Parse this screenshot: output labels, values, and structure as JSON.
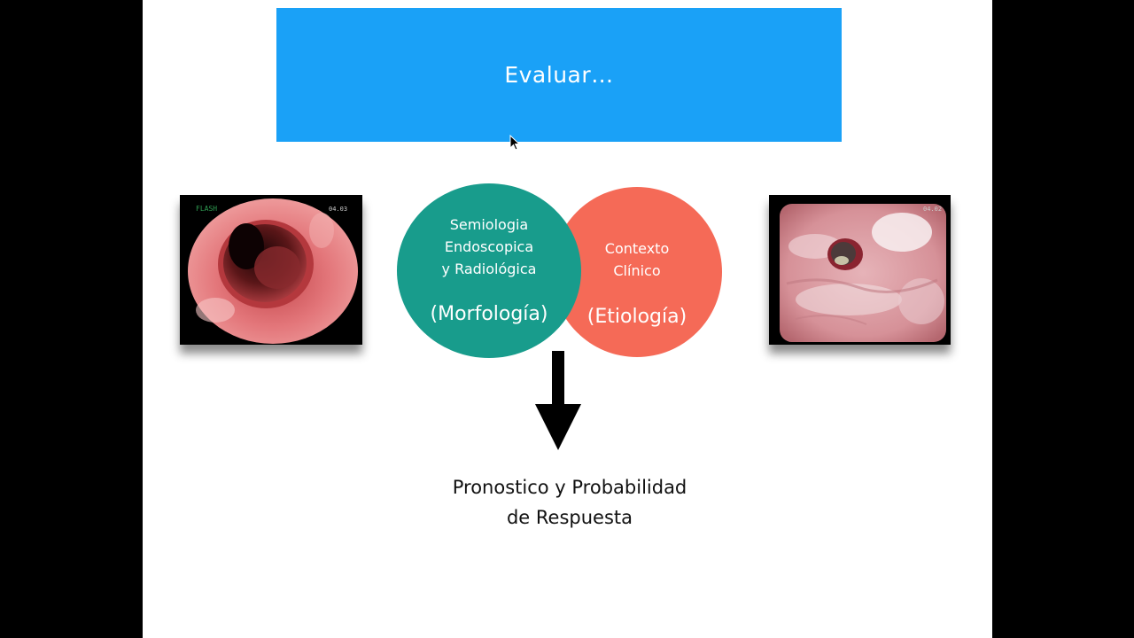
{
  "colors": {
    "title_box": "#1aa1f7",
    "teal": "#189c8c",
    "coral": "#f56a57",
    "frame_bg": "#000000",
    "slide_bg": "#ffffff"
  },
  "title": {
    "text": "Evaluar…"
  },
  "images": {
    "left": "endoscopy-image-lumen",
    "right": "endoscopy-image-ulcer"
  },
  "circles": {
    "morphology": {
      "lines": [
        "Semiologia",
        "Endoscopica",
        "y Radiológica"
      ],
      "sub": "(Morfología)"
    },
    "etiology": {
      "lines": [
        "Contexto",
        "Clínico"
      ],
      "sub": "(Etiología)"
    }
  },
  "result": {
    "line1": "Pronostico y Probabilidad",
    "line2": "de Respuesta"
  }
}
